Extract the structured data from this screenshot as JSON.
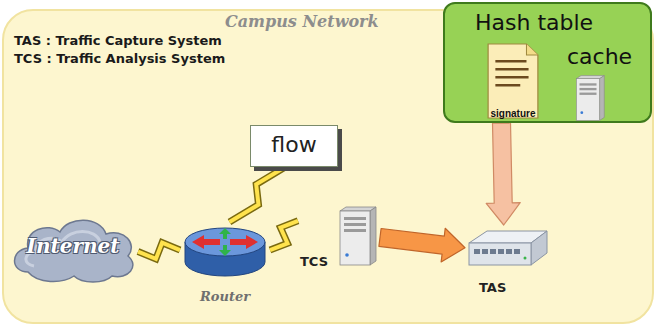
{
  "diagram": {
    "nodes": [
      {
        "text": [
          "Campus Network"
        ]
      },
      {
        "text": [
          "Internet"
        ],
        "in": 0
      },
      {
        "text": [
          "Router"
        ],
        "in": 0
      },
      {
        "text": [
          "TCS"
        ],
        "in": 0
      },
      {
        "text": [
          "TAS"
        ],
        "in": 0
      },
      {
        "text": [
          "flow"
        ],
        "in": 0
      },
      {
        "text": [
          "Hash table",
          "cache"
        ]
      },
      {
        "text": [
          "signature"
        ],
        "in": 6
      }
    ],
    "edges": [
      {
        "from": 1,
        "to": 2,
        "arrow": "none"
      },
      {
        "from": 2,
        "to": 5,
        "arrow": "none"
      },
      {
        "from": 2,
        "to": 3,
        "arrow": "none"
      },
      {
        "from": 3,
        "to": 4,
        "arrow": "to"
      },
      {
        "from": 6,
        "to": 4,
        "arrow": "to"
      }
    ],
    "labels": [
      "TAS : Traffic Capture System",
      "TCS : Traffic Analysis System"
    ]
  }
}
